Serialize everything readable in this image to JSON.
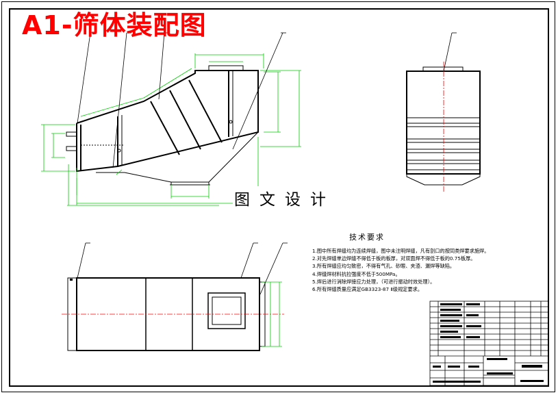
{
  "title": "A1-筛体装配图",
  "watermark": "图文设计",
  "tech_requirements": {
    "heading": "技术要求",
    "items": [
      "1.图中所有焊缝均为连续焊缝，图中未注明焊缝，凡有剖口的按同类焊要求施焊。",
      "2.对先焊缝单边焊缝不得低于板的板厚，对双面焊不得低于板的0.75板厚。",
      "3.所有焊缝应均匀致密，不得有气孔、砂眼、夹渣、漏焊等缺陷。",
      "4.焊缝焊材料抗拉强度不低于500MPa。",
      "5.焊后进行消除焊接应力处理，（可进行振动时效处理）。",
      "6.所有焊缝质量应满足GB3323-87 Ⅱ级规定要求。"
    ]
  },
  "colors": {
    "outline": "#000000",
    "dimension": "#00cc00",
    "centerline": "#ff0000",
    "title": "#ff0000"
  }
}
